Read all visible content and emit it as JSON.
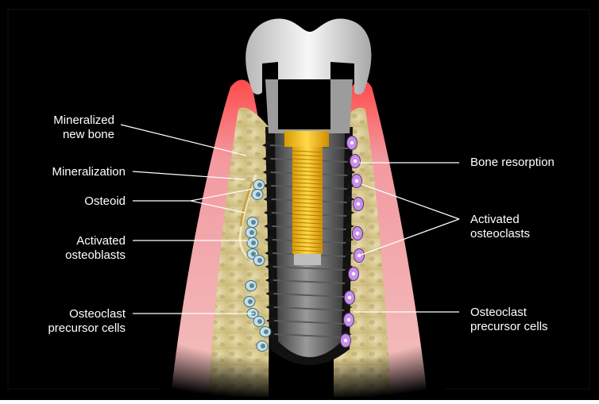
{
  "colors": {
    "background": "#000000",
    "gum": "#e8a0a3",
    "bone": "#d9cc96",
    "crown": "#e9e9e9",
    "implant": "#7a7a7a",
    "screw": "#f2c21b",
    "osteoblast": "#bfe0ec",
    "osteoclast": "#c790e8",
    "label_text": "#ffffff"
  },
  "labels_left": [
    {
      "id": "mineralized-new-bone",
      "lines": [
        "Mineralized",
        "new bone"
      ]
    },
    {
      "id": "mineralization",
      "lines": [
        "Mineralization"
      ]
    },
    {
      "id": "osteoid",
      "lines": [
        "Osteoid"
      ]
    },
    {
      "id": "activated-osteoblasts",
      "lines": [
        "Activated",
        "osteoblasts"
      ]
    },
    {
      "id": "osteoclast-precursor-left",
      "lines": [
        "Osteoclast",
        "precursor cells"
      ]
    }
  ],
  "labels_right": [
    {
      "id": "bone-resorption",
      "lines": [
        "Bone resorption"
      ]
    },
    {
      "id": "activated-osteoclasts",
      "lines": [
        "Activated",
        "osteoclasts"
      ]
    },
    {
      "id": "osteoclast-precursor-right",
      "lines": [
        "Osteoclast",
        "precursor cells"
      ]
    }
  ]
}
